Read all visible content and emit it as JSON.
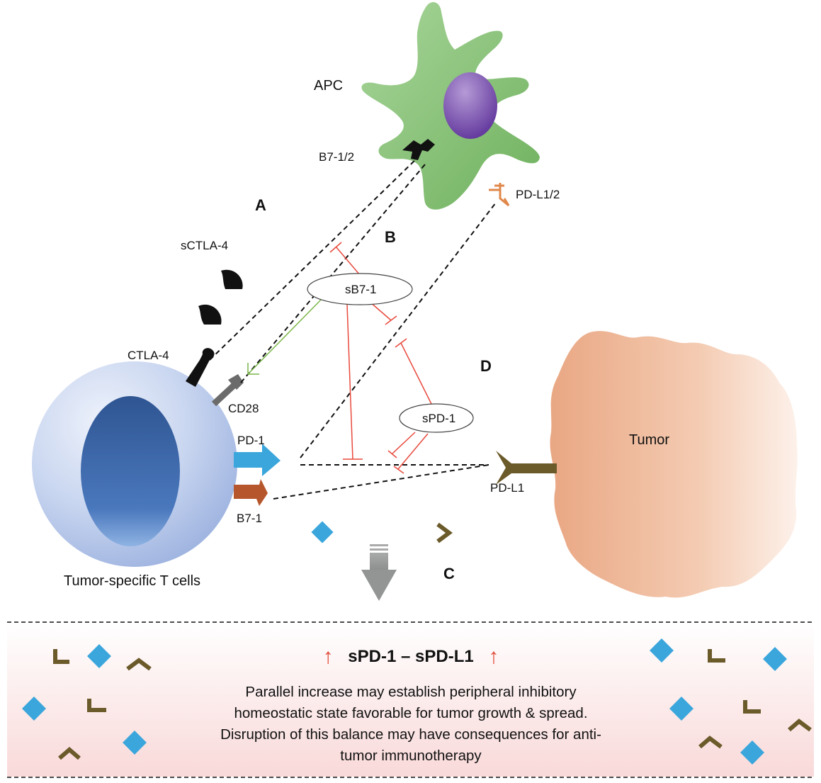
{
  "labels": {
    "apc": "APC",
    "b7_12": "B7-1/2",
    "pdl12": "PD-L1/2",
    "a": "A",
    "b": "B",
    "c": "C",
    "d": "D",
    "sctla4": "sCTLA-4",
    "sb71": "sB7-1",
    "ctla4": "CTLA-4",
    "cd28": "CD28",
    "pd1": "PD-1",
    "spd1": "sPD-1",
    "b71": "B7-1",
    "pdl1": "PD-L1",
    "tumor": "Tumor",
    "tcells": "Tumor-specific T cells"
  },
  "panel": {
    "up_left": "↑",
    "heading": "sPD-1 – sPD-L1",
    "up_right": "↑",
    "line1": "Parallel increase may establish peripheral inhibitory",
    "line2": "homeostatic state favorable for tumor growth & spread.",
    "line3": "Disruption of this balance may have consequences for anti-",
    "line4": "tumor immunotherapy"
  },
  "colors": {
    "apc": "#8cc47c",
    "tcell_outer": "#b8c8ea",
    "tcell_nucleus": "#3f68aa",
    "pd1": "#3aa6dc",
    "b71": "#b5562c",
    "pdl1": "#6b5a2a",
    "tumor": "#eeb594",
    "inhibit": "#e8493c",
    "stimulate": "#7ab648",
    "panel_bg": "#fbe3e3"
  }
}
